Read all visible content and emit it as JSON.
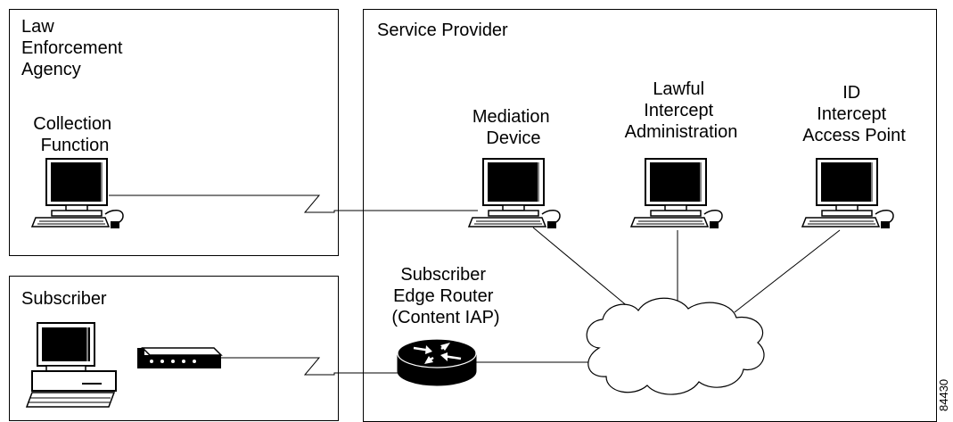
{
  "regions": {
    "law_enforcement": {
      "title_lines": [
        "Law",
        "Enforcement",
        "Agency"
      ]
    },
    "subscriber": {
      "title": "Subscriber"
    },
    "service_provider": {
      "title": "Service Provider"
    }
  },
  "nodes": {
    "collection_function": {
      "label_lines": [
        "Collection",
        "Function"
      ],
      "icon": "workstation-icon"
    },
    "mediation_device": {
      "label_lines": [
        "Mediation",
        "Device"
      ],
      "icon": "workstation-icon"
    },
    "li_administration": {
      "label_lines": [
        "Lawful",
        "Intercept",
        "Administration"
      ],
      "icon": "workstation-icon"
    },
    "id_iap": {
      "label_lines": [
        "ID",
        "Intercept",
        "Access Point"
      ],
      "icon": "workstation-icon"
    },
    "edge_router": {
      "label_lines": [
        "Subscriber",
        "Edge Router",
        "(Content IAP)"
      ],
      "icon": "router-icon"
    },
    "subscriber_pc": {
      "icon": "desktop-pc-icon"
    },
    "subscriber_modem": {
      "icon": "modem-icon"
    },
    "network": {
      "icon": "cloud-icon"
    }
  },
  "figure_number": "84430"
}
